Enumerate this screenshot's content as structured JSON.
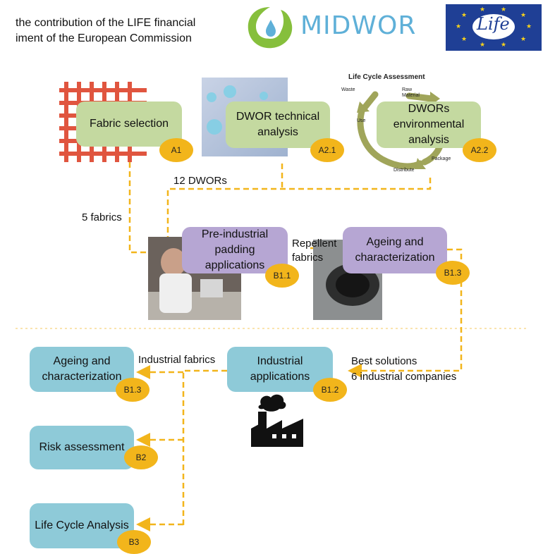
{
  "header": {
    "line1": "the contribution of the LIFE financial",
    "line2": "iment of the European Commission",
    "logo_text": "MIDWOR",
    "eu_logo_text": "Life"
  },
  "lca": {
    "title": "Life Cycle Assessment",
    "waste": "Waste",
    "raw_material": "Raw Material",
    "use": "Use",
    "package": "Package",
    "distribute": "Distribute"
  },
  "nodes": {
    "fabric_selection": {
      "label": "Fabric selection",
      "badge": "A1"
    },
    "dwor_technical": {
      "label": "DWOR technical analysis",
      "badge": "A2.1"
    },
    "dwor_environmental": {
      "label": "DWORs environmental analysis",
      "badge": "A2.2"
    },
    "pre_industrial": {
      "label": "Pre-industrial padding applications",
      "badge": "B1.1"
    },
    "ageing_top": {
      "label": "Ageing and characterization",
      "badge": "B1.3"
    },
    "industrial_applications": {
      "label": "Industrial applications",
      "badge": "B1.2"
    },
    "ageing_left": {
      "label": "Ageing and characterization",
      "badge": "B1.3"
    },
    "risk": {
      "label": "Risk assessment",
      "badge": "B2"
    },
    "lca_node": {
      "label": "Life Cycle Analysis",
      "badge": "B3"
    }
  },
  "edge_labels": {
    "dwors": "12 DWORs",
    "fabrics": "5 fabrics",
    "repellent": "Repellent fabrics",
    "industrial_fabrics": "Industrial fabrics",
    "best_solutions": "Best solutions",
    "companies": "6 industrial companies"
  },
  "colors": {
    "green": "#c4d9a0",
    "purple": "#b6a6d3",
    "blue": "#8ecad8",
    "badge": "#f2b51b",
    "arrow": "#f2b51b",
    "logo_green": "#86bf3c",
    "logo_blue": "#5fb0d8",
    "eu_blue": "#1f3f95"
  },
  "icons": [
    "fabric-weave-icon",
    "water-droplets-photo",
    "lca-cycle-icon",
    "factory-icon"
  ]
}
